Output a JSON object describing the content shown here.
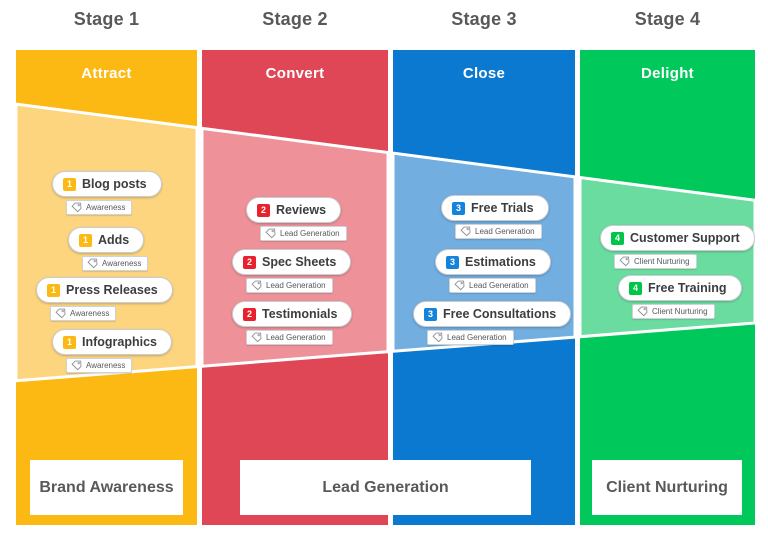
{
  "stages": [
    {
      "title": "Stage 1",
      "band_label": "Attract",
      "color": "#FDB913",
      "color_light": "#FDD57E",
      "badge_color": "#FDB913",
      "footer_label": "Brand Awareness",
      "items": [
        {
          "num": "1",
          "label": "Blog posts",
          "tag": "Awareness"
        },
        {
          "num": "1",
          "label": "Adds",
          "tag": "Awareness"
        },
        {
          "num": "1",
          "label": "Press Releases",
          "tag": "Awareness"
        },
        {
          "num": "1",
          "label": "Infographics",
          "tag": "Awareness"
        }
      ]
    },
    {
      "title": "Stage 2",
      "band_label": "Convert",
      "color": "#E04756",
      "color_light": "#EE9199",
      "badge_color": "#E8212E",
      "footer_label": "Lead Generation",
      "items": [
        {
          "num": "2",
          "label": "Reviews",
          "tag": "Lead Generation"
        },
        {
          "num": "2",
          "label": "Spec Sheets",
          "tag": "Lead Generation"
        },
        {
          "num": "2",
          "label": "Testimonials",
          "tag": "Lead Generation"
        }
      ]
    },
    {
      "title": "Stage 3",
      "band_label": "Close",
      "color": "#0B79D0",
      "color_light": "#72AEE0",
      "badge_color": "#1383DC",
      "footer_label": "Lead Generation",
      "items": [
        {
          "num": "3",
          "label": "Free Trials",
          "tag": "Lead Generation"
        },
        {
          "num": "3",
          "label": "Estimations",
          "tag": "Lead Generation"
        },
        {
          "num": "3",
          "label": "Free Consultations",
          "tag": "Lead Generation"
        }
      ]
    },
    {
      "title": "Stage 4",
      "band_label": "Delight",
      "color": "#00C85A",
      "color_light": "#6BDCA0",
      "badge_color": "#00C647",
      "footer_label": "Client Nurturing",
      "items": [
        {
          "num": "4",
          "label": "Customer Support",
          "tag": "Client Nurturing"
        },
        {
          "num": "4",
          "label": "Free Training",
          "tag": "Client Nurturing"
        }
      ]
    }
  ],
  "footers": [
    {
      "label": "Brand Awareness"
    },
    {
      "label": "Lead Generation"
    },
    {
      "label": "Client Nurturing"
    }
  ],
  "icons": {
    "tag": "tag-icon"
  }
}
